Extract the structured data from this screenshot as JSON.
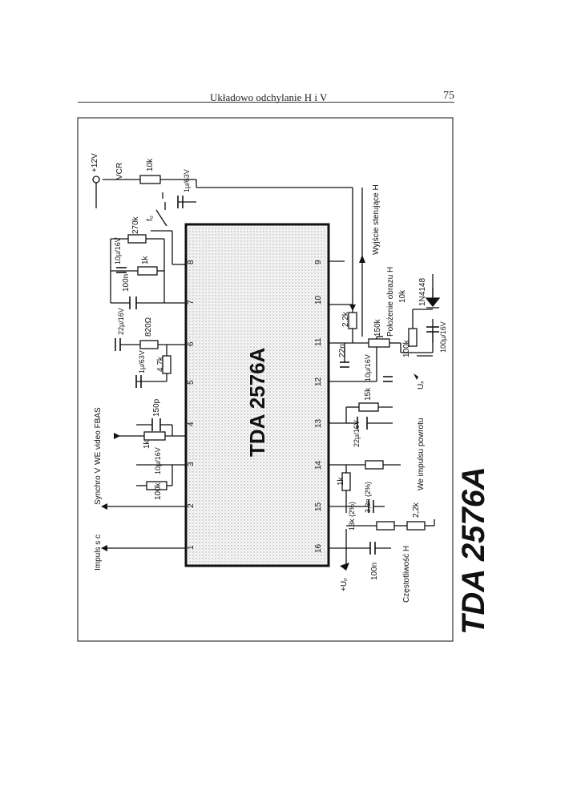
{
  "header": {
    "title": "Układowo odchylanie H i V",
    "page_number": "75"
  },
  "chip": {
    "name": "TDA 2576A",
    "pins_top": [
      "8",
      "7",
      "6",
      "5",
      "4",
      "3",
      "2",
      "1"
    ],
    "pins_bottom": [
      "9",
      "10",
      "11",
      "12",
      "13",
      "14",
      "15",
      "16"
    ]
  },
  "side_title": "TDA 2576A",
  "labels": {
    "supply_12v": "+12V",
    "vcr": "VCR",
    "r_10k_top": "10k",
    "c_1u_63v_top": "1μ/63V",
    "r_270k": "270k",
    "c_10u_16v_a": "10μ/16V",
    "r_1k_a": "1k",
    "c_100n_a": "100n",
    "c_22u_16v_a": "22μ/16V",
    "r_820": "820Ω",
    "c_1u_63v_b": "1μ/63V",
    "r_4k7": "4,7k",
    "c_150p": "150p",
    "r_1k_b": "1k",
    "c_10u_16v_b": "10μ/16V",
    "r_100k_a": "100k",
    "in_fbas": "WE video FBAS",
    "in_synchro": "Synchro V",
    "in_impuls": "Impuls s c",
    "out_drive": "Wyjście sterujące H",
    "out_position": "Położenie obrazu H",
    "r_2k2_a": "2,2k",
    "r_150k": "150k",
    "c_22n": "22n",
    "c_10u_16v_c": "10μ/16V",
    "r_10k_b": "10k",
    "diode": "1N4148",
    "r_100k_b": "100k",
    "c_100u_16v": "100μ/16V",
    "ux": "Uₓ",
    "r_15k": "15k",
    "c_22u_16v_b": "22μ/16V",
    "in_flyback": "We impulsu powrotu",
    "r_1k_c": "1k",
    "c_3n3": "3,3n (2%)",
    "r_13k": "13k (2%)",
    "r_2k2_b": "2,2k",
    "freq": "Częstotliwość H",
    "c_100n_b": "100n",
    "up": "+Uₚ",
    "switch_f": "f₀"
  }
}
